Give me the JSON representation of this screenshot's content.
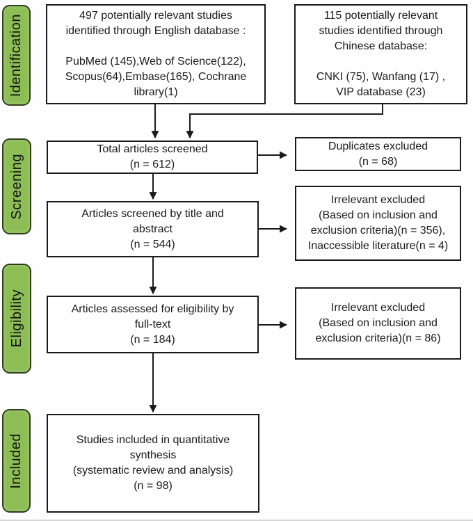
{
  "stages": [
    {
      "label": "Identification"
    },
    {
      "label": "Screening"
    },
    {
      "label": "Eligibility"
    },
    {
      "label": "Included"
    }
  ],
  "boxes": {
    "english_db": {
      "head": [
        "497 potentially relevant studies",
        "identified through English database :"
      ],
      "body": [
        "PubMed (145),Web of Science(122),",
        "Scopus(64),Embase(165), Cochrane",
        "library(1)"
      ]
    },
    "chinese_db": {
      "head": [
        "115 potentially relevant",
        "studies  identified through",
        "Chinese database:"
      ],
      "body": [
        "CNKI (75), Wanfang (17) ,",
        "VIP database (23)"
      ]
    },
    "total_screened": {
      "lines": [
        "Total articles screened",
        "(n = 612)"
      ]
    },
    "duplicates_excluded": {
      "lines": [
        "Duplicates excluded",
        "(n = 68)"
      ]
    },
    "title_abstract": {
      "lines": [
        "Articles screened by title and",
        "abstract",
        "(n = 544)"
      ]
    },
    "irrelevant_screening": {
      "lines": [
        "Irrelevant excluded",
        "(Based on inclusion and",
        "exclusion criteria)(n = 356),",
        "Inaccessible literature(n = 4)"
      ]
    },
    "fulltext_assessed": {
      "lines": [
        "Articles assessed for eligibility by",
        "full-text",
        "(n = 184)"
      ]
    },
    "irrelevant_eligibility": {
      "lines": [
        "Irrelevant excluded",
        "(Based on inclusion and",
        "exclusion criteria)(n = 86)"
      ]
    },
    "included_synthesis": {
      "lines": [
        "Studies included in quantitative",
        "synthesis",
        "(systematic review and analysis)",
        "(n = 98)"
      ]
    }
  },
  "colors": {
    "stage_fill": "#8cbe55",
    "stage_border": "#2f3d1d",
    "box_border": "#1a1a1a",
    "arrow": "#1a1a1a"
  }
}
